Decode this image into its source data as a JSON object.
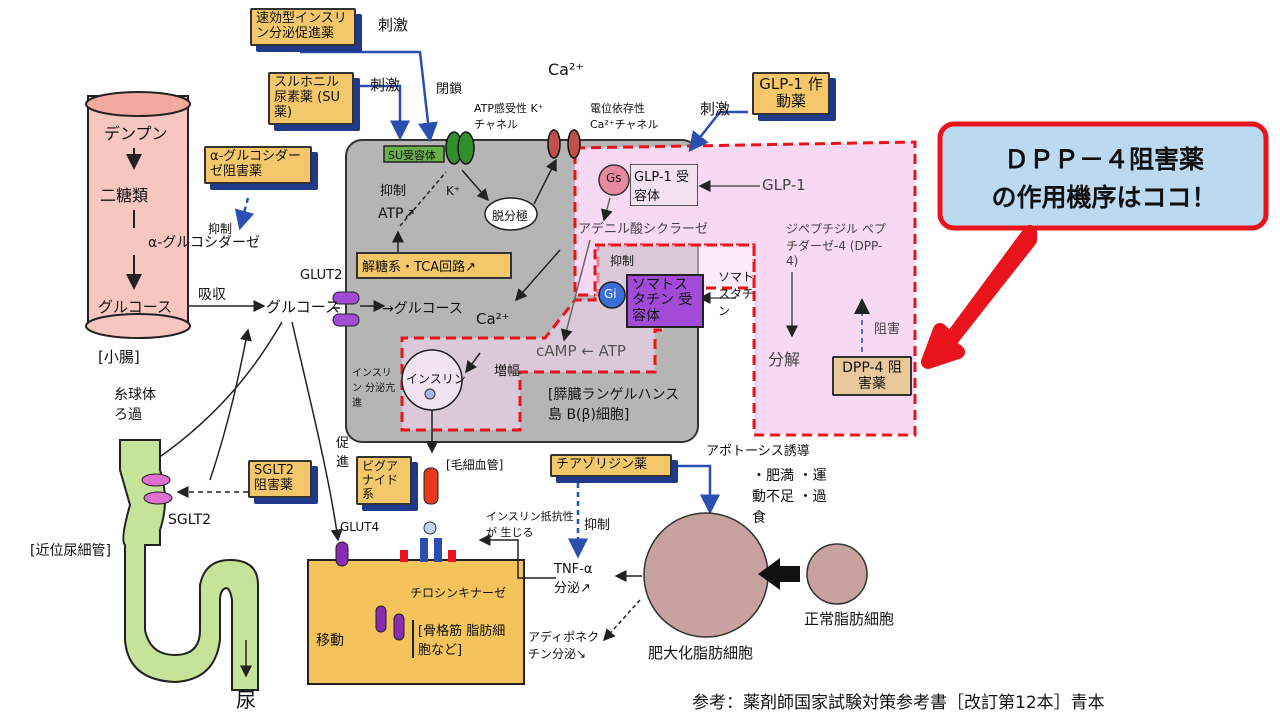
{
  "colors": {
    "callout_border": "#e8131b",
    "callout_fill": "#bcd9f2",
    "dashed_red": "#e8131b",
    "pink_region": "#f7d9f4",
    "cell_gray": "#b5b5b5",
    "intestine_pink": "#f7c6c0",
    "tubule_green": "#c6e39a",
    "muscle_orange": "#f5c35c",
    "adipose_brown": "#c7a29e"
  },
  "intestine": {
    "starch": "デンプン",
    "disaccharide": "二糖類",
    "enzyme": "α-グルコシダーゼ",
    "glucose": "グルコース",
    "label": "[小腸]"
  },
  "drugs": {
    "rapid_insulin": "速効型インスリン分泌促進薬",
    "su": "スルホニル尿素薬 (SU薬)",
    "alpha_gi": "α-グルコシダーゼ阻害薬",
    "glp1": "GLP-1 作動薬",
    "sglt2": "SGLT2 阻害薬",
    "biguanide": "ビグアナイド系",
    "thiazolidine": "チアゾリジン薬",
    "dpp4": "DPP-4 阻害薬"
  },
  "callout": {
    "line1": "ＤＰＰ－４阻害薬",
    "line2": "の作用機序はココ！"
  },
  "labels": {
    "stim1": "刺激",
    "stim2": "刺激",
    "stim3": "刺激",
    "closure": "閉鎖",
    "katp": "ATP感受性 K⁺チャネル",
    "ca_top": "Ca²⁺",
    "vdcc": "電位依存性 Ca²⁺チャネル",
    "su_receptor": "SU受容体",
    "inhibit_cell": "抑制",
    "k_ion": "K⁺",
    "atp_up": "ATP↗",
    "depol": "脱分極",
    "glycolysis": "解糖系・TCA回路↗",
    "glut2": "GLUT2",
    "glucose_mid": "グルコース",
    "glucose_in": "→グルコース",
    "absorb": "吸収",
    "gs": "Gs",
    "glp1_receptor": "GLP-1 受容体",
    "adenylate": "アデニル酸シクラーゼ",
    "glp1_hormone": "GLP-1",
    "dpp4_enzyme": "ジペプチジル ペプチダーゼ-4 (DPP-4)",
    "decomp": "分解",
    "inhibit_dpp": "阻害",
    "inhibit_sst": "抑制",
    "gi": "Gi",
    "sst_receptor": "ソマトスタチン 受容体",
    "somatostatin": "ソマト スタチン",
    "ca_inner": "Ca²⁺",
    "camp": "cAMP ← ATP",
    "increase": "増幅",
    "insulin": "インスリン",
    "insulin_secretion": "インスリン 分泌亢進",
    "islet": "[膵臓ランゲルハンス島 B(β)細胞]",
    "inhibit_alpha": "抑制",
    "glomerulus": "糸球体 ろ過",
    "sglt2": "SGLT2",
    "proximal": "[近位尿細管]",
    "urine": "尿",
    "promote": "促進",
    "capillary": "[毛細血管]",
    "glut4": "GLUT4",
    "tyrosine": "チロシンキナーゼ",
    "translocation": "移動",
    "muscle": "[骨格筋 脂肪細胞など]",
    "resistance": "インスリン抵抗性が 生じる",
    "inhibit_tnf": "抑制",
    "tnf": "TNF-α 分泌↗",
    "apoptosis": "アポトーシス誘導",
    "risk": "・肥満 ・運動不足 ・過食",
    "adiponectin": "アディポネク チン分泌↘",
    "hypertrophic": "肥大化脂肪細胞",
    "normal_fat": "正常脂肪細胞"
  },
  "footer": "参考：薬剤師国家試験対策参考書［改訂第12本］青本"
}
